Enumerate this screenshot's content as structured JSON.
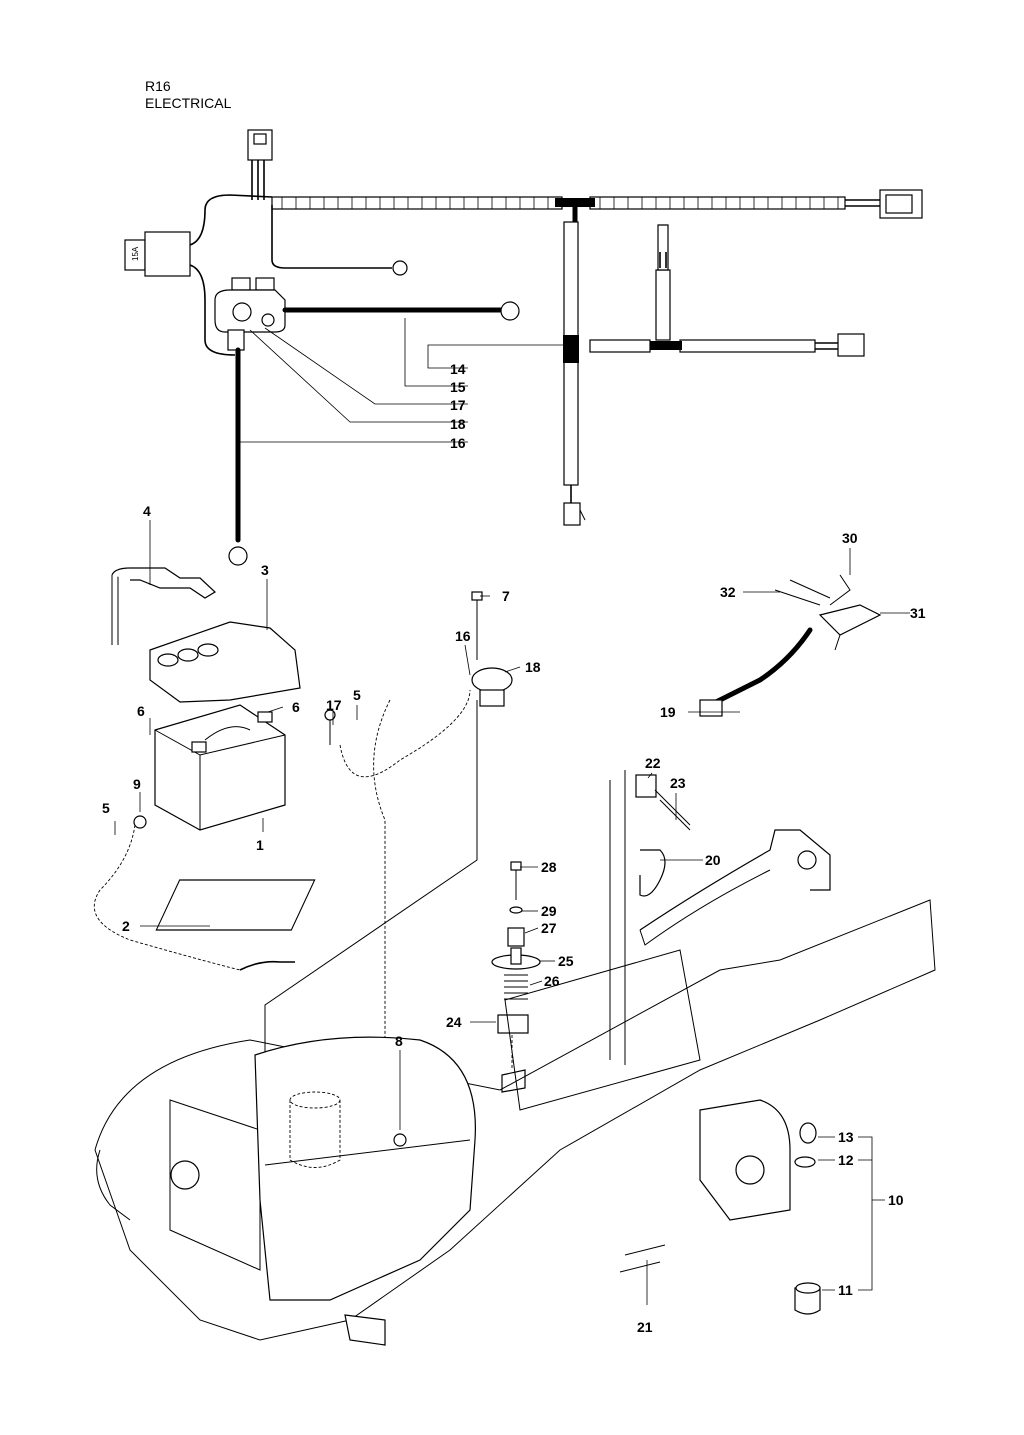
{
  "header": {
    "model": "R16",
    "section": "ELECTRICAL"
  },
  "callouts": [
    {
      "label": "1"
    },
    {
      "label": "2"
    },
    {
      "label": "3"
    },
    {
      "label": "4"
    },
    {
      "label": "5"
    },
    {
      "label": "5"
    },
    {
      "label": "6"
    },
    {
      "label": "6"
    },
    {
      "label": "7"
    },
    {
      "label": "8"
    },
    {
      "label": "9"
    },
    {
      "label": "10"
    },
    {
      "label": "11"
    },
    {
      "label": "12"
    },
    {
      "label": "13"
    },
    {
      "label": "14"
    },
    {
      "label": "15"
    },
    {
      "label": "16"
    },
    {
      "label": "16"
    },
    {
      "label": "17"
    },
    {
      "label": "17"
    },
    {
      "label": "18"
    },
    {
      "label": "18"
    },
    {
      "label": "19"
    },
    {
      "label": "20"
    },
    {
      "label": "21"
    },
    {
      "label": "22"
    },
    {
      "label": "23"
    },
    {
      "label": "24"
    },
    {
      "label": "25"
    },
    {
      "label": "26"
    },
    {
      "label": "27"
    },
    {
      "label": "28"
    },
    {
      "label": "29"
    },
    {
      "label": "30"
    },
    {
      "label": "31"
    },
    {
      "label": "32"
    }
  ],
  "fuse_label": "15A"
}
